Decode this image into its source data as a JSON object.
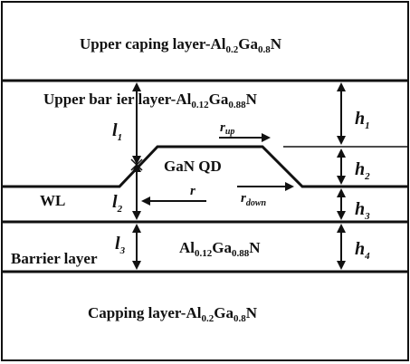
{
  "layers": {
    "upper_capping": {
      "text": "Upper caping layer-Al",
      "x1": "0.2",
      "mid": "Ga",
      "x2": "0.8",
      "tail": "N"
    },
    "upper_barrier": {
      "text1": "Upper bar",
      "text2": "ier  layer-Al",
      "x1": "0.12",
      "mid": "Ga",
      "x2": "0.88",
      "tail": "N"
    },
    "qd": {
      "text": "GaN QD"
    },
    "wl": {
      "text": "WL"
    },
    "barrier": {
      "text": "Barrier layer"
    },
    "barrier_comp": {
      "text": "Al",
      "x1": "0.12",
      "mid": "Ga",
      "x2": "0.88",
      "tail": "N"
    },
    "capping": {
      "text": "Capping layer-Al",
      "x1": "0.2",
      "mid": "Ga",
      "x2": "0.8",
      "tail": "N"
    }
  },
  "dimensions": {
    "l1": {
      "base": "l",
      "sub": "1"
    },
    "l2": {
      "base": "l",
      "sub": "2"
    },
    "l3": {
      "base": "l",
      "sub": "3"
    },
    "h1": {
      "base": "h",
      "sub": "1"
    },
    "h2": {
      "base": "h",
      "sub": "2"
    },
    "h3": {
      "base": "h",
      "sub": "3"
    },
    "h4": {
      "base": "h",
      "sub": "4"
    }
  },
  "vectors": {
    "r": {
      "base": "r"
    },
    "r_up": {
      "base": "r",
      "sub": "up"
    },
    "r_down": {
      "base": "r",
      "sub": "down"
    }
  }
}
